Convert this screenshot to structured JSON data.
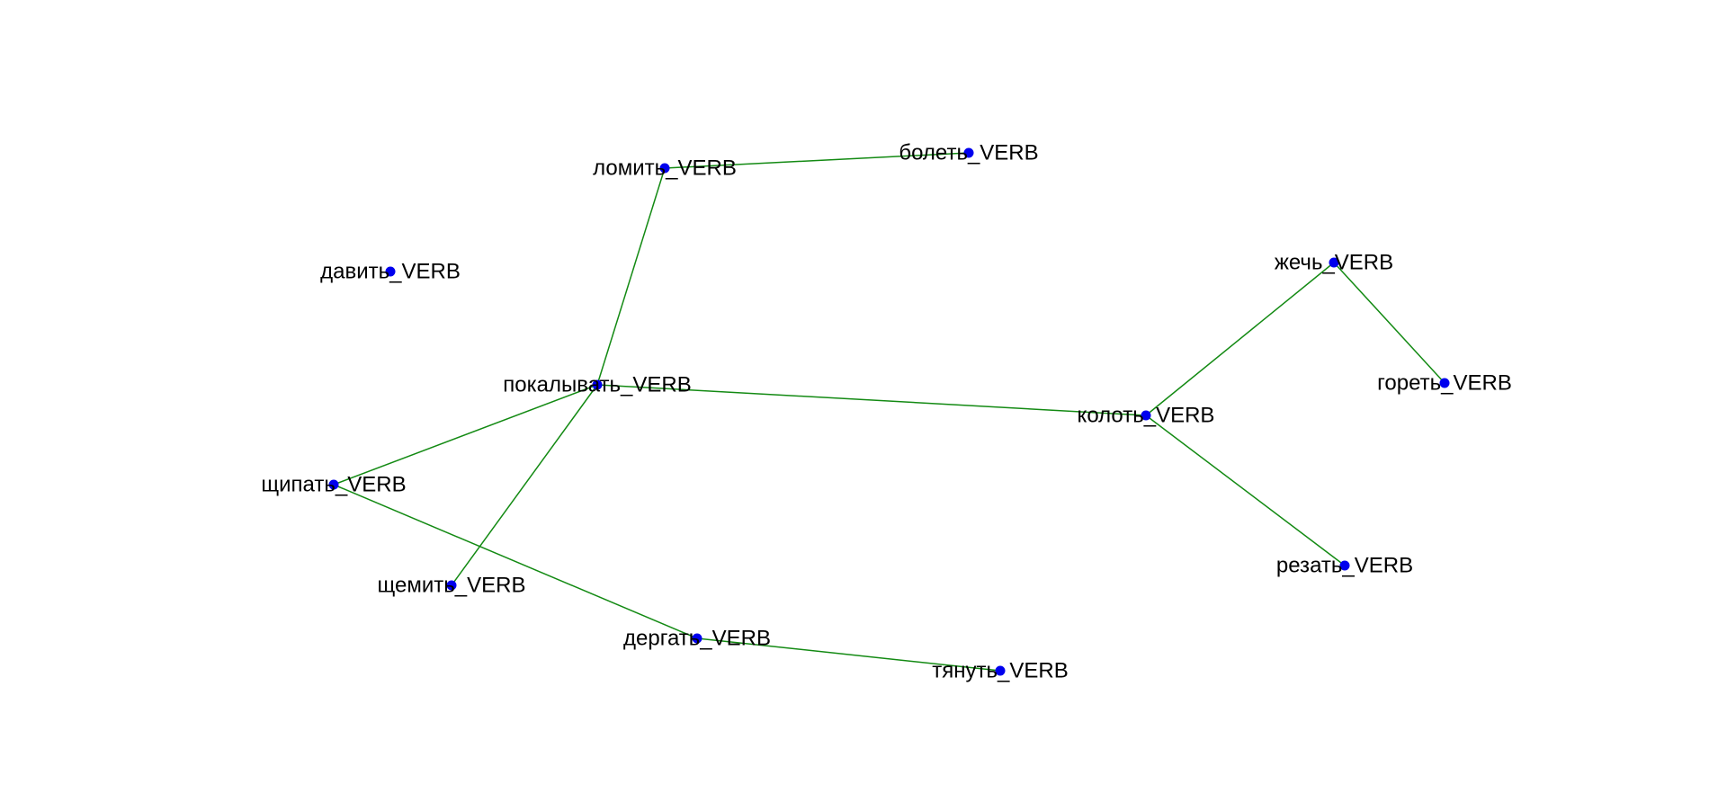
{
  "graph": {
    "node_color": "#0000ee",
    "edge_color": "#138a13",
    "nodes": [
      {
        "id": "lomit",
        "label": "ломить_VERB"
      },
      {
        "id": "bolet",
        "label": "болеть_VERB"
      },
      {
        "id": "davit",
        "label": "давить_VERB"
      },
      {
        "id": "zhech",
        "label": "жечь_VERB"
      },
      {
        "id": "goret",
        "label": "гореть_VERB"
      },
      {
        "id": "pokalyvat",
        "label": "покалывать_VERB"
      },
      {
        "id": "kolot",
        "label": "колоть_VERB"
      },
      {
        "id": "shchipat",
        "label": "щипать_VERB"
      },
      {
        "id": "shchemit",
        "label": "щемить_VERB"
      },
      {
        "id": "rezat",
        "label": "резать_VERB"
      },
      {
        "id": "dergat",
        "label": "дергать_VERB"
      },
      {
        "id": "tyanut",
        "label": "тянуть_VERB"
      }
    ],
    "edges": [
      [
        "lomit",
        "bolet"
      ],
      [
        "lomit",
        "pokalyvat"
      ],
      [
        "pokalyvat",
        "kolot"
      ],
      [
        "pokalyvat",
        "shchipat"
      ],
      [
        "pokalyvat",
        "shchemit"
      ],
      [
        "kolot",
        "zhech"
      ],
      [
        "zhech",
        "goret"
      ],
      [
        "kolot",
        "rezat"
      ],
      [
        "shchipat",
        "dergat"
      ],
      [
        "dergat",
        "tyanut"
      ]
    ]
  }
}
